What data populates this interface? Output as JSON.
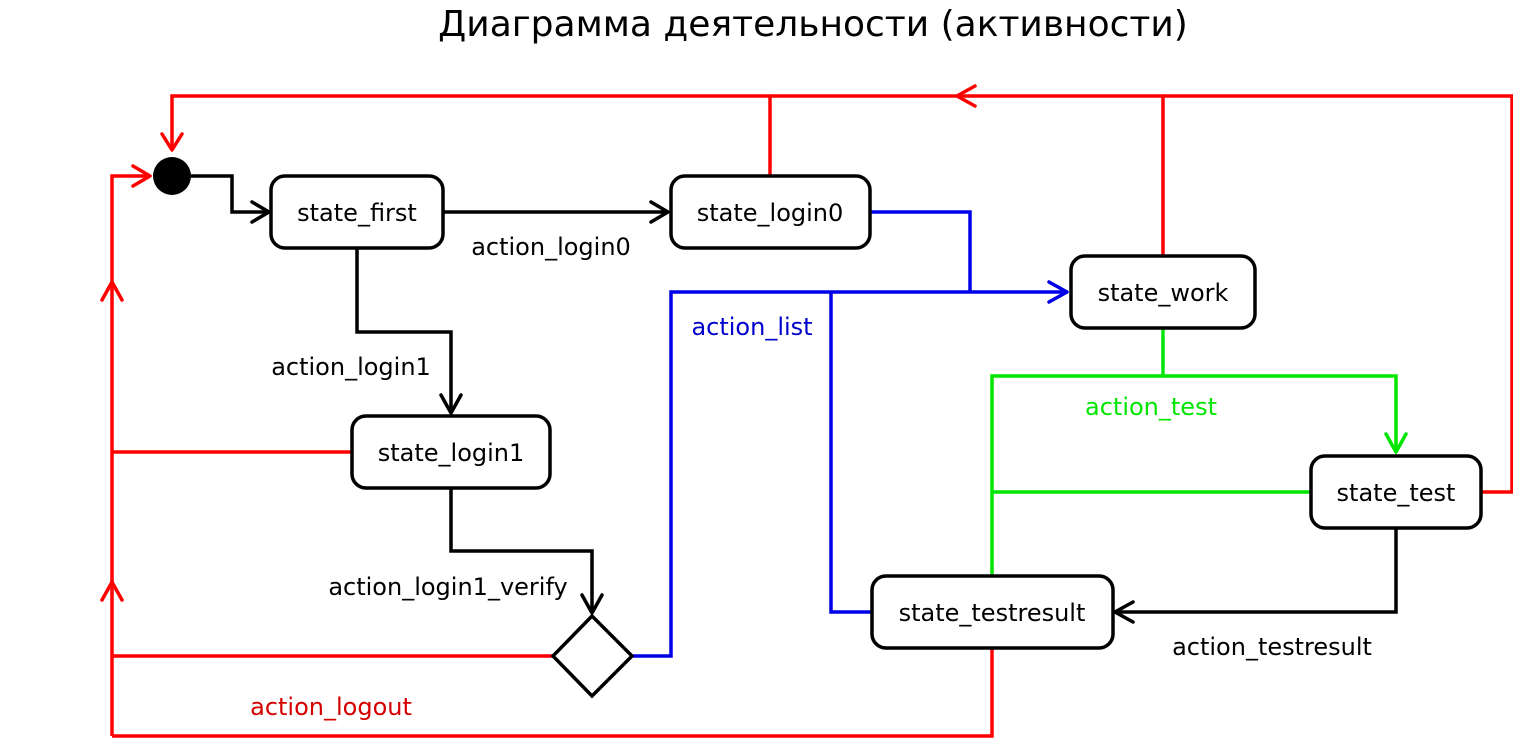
{
  "title": "Диаграмма деятельности (активности)",
  "colors": {
    "black": "#000000",
    "red": "#ff0000",
    "blue": "#0000e6",
    "green": "#00e600",
    "action_list_label": "#0000cc",
    "action_logout_label": "#d40000"
  },
  "states": {
    "first": "state_first",
    "login0": "state_login0",
    "login1": "state_login1",
    "work": "state_work",
    "test": "state_test",
    "testresult": "state_testresult"
  },
  "actions": {
    "login0": "action_login0",
    "login1": "action_login1",
    "login1_verify": "action_login1_verify",
    "list": "action_list",
    "test": "action_test",
    "testresult": "action_testresult",
    "logout": "action_logout"
  },
  "icons": {
    "initial": "initial-node-icon",
    "decision": "decision-diamond-icon"
  }
}
